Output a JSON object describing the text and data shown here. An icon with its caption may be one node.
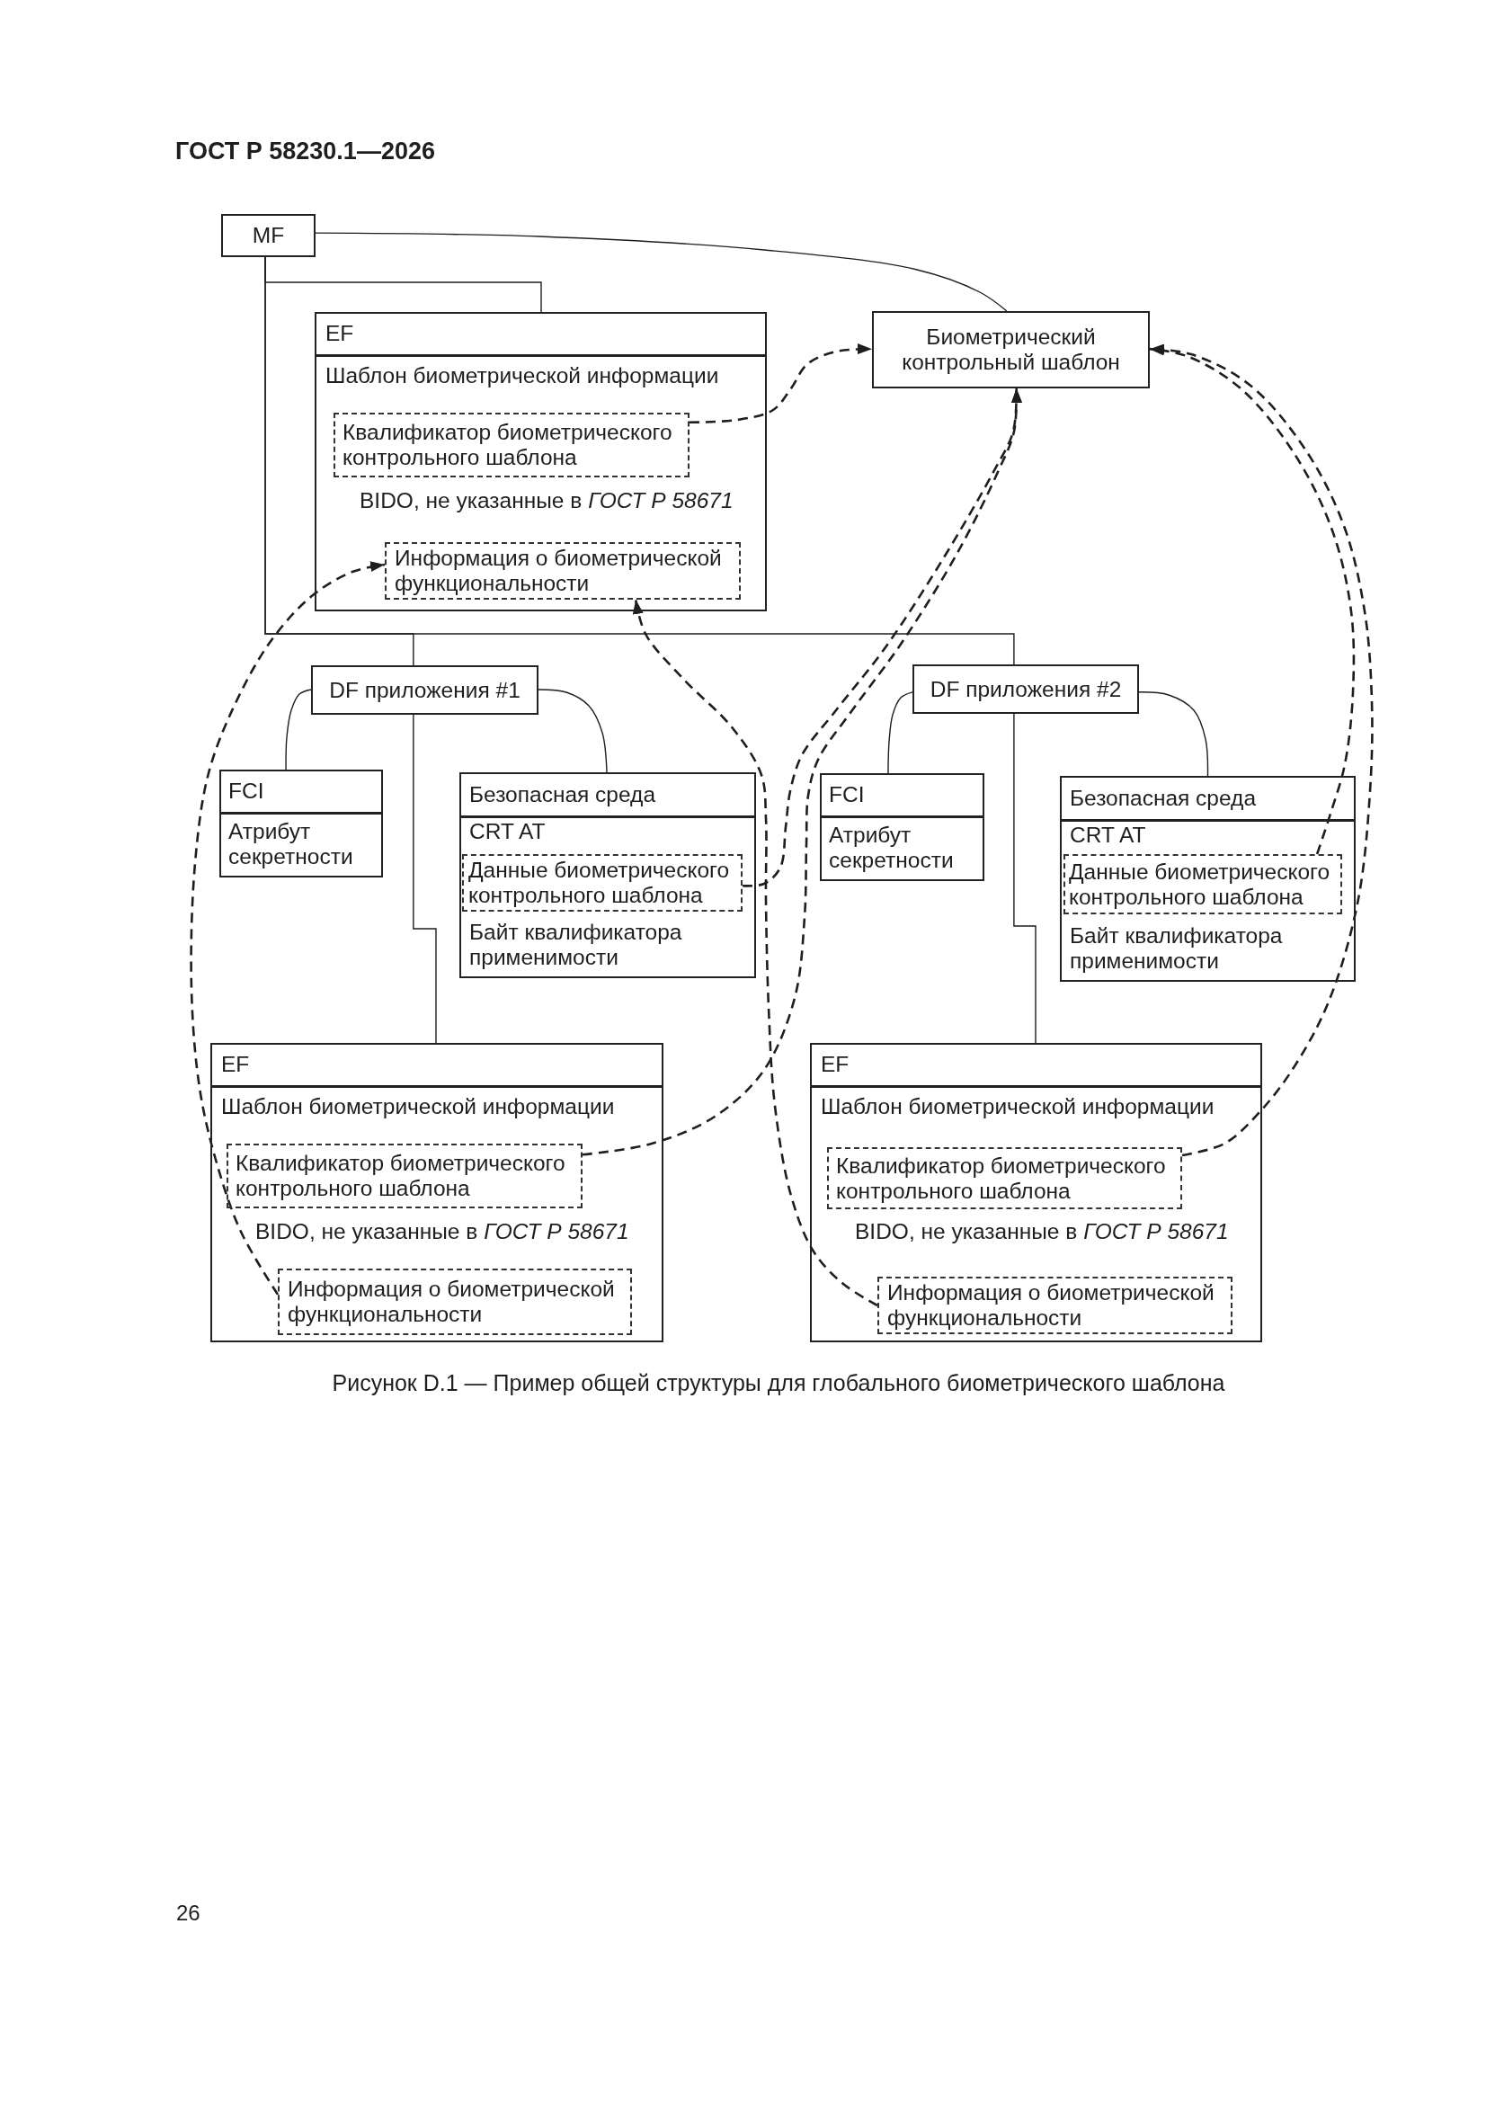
{
  "diagram": {
    "caption": "Рисунок D.1 — Пример общей структуры для глобального биометрического шаблона",
    "nodes": [
      {
        "text": [
          "MF"
        ]
      },
      {
        "text": [
          "EF",
          "Шаблон биометрической информации",
          "BIDO, не указанные в *ГОСТ Р 58671*"
        ]
      },
      {
        "text": [
          "Квалификатор биометрического контрольного шаблона"
        ],
        "in": 1
      },
      {
        "text": [
          "Информация о биометрической функциональности"
        ],
        "in": 1
      },
      {
        "text": [
          "Биометрический контрольный шаблон"
        ]
      },
      {
        "text": [
          "DF приложения #1"
        ]
      },
      {
        "text": [
          "DF приложения #2"
        ]
      },
      {
        "text": [
          "FCI",
          "Атрибут секретности"
        ]
      },
      {
        "text": [
          "Безопасная среда",
          "CRT AT",
          "Байт квалификатора применимости"
        ]
      },
      {
        "text": [
          "Данные биометрического контрольного шаблона"
        ],
        "in": 8
      },
      {
        "text": [
          "FCI",
          "Атрибут секретности"
        ]
      },
      {
        "text": [
          "Безопасная среда",
          "CRT AT",
          "Байт квалификатора применимости"
        ]
      },
      {
        "text": [
          "Данные биометрического контрольного шаблона"
        ],
        "in": 11
      },
      {
        "text": [
          "EF",
          "Шаблон биометрической информации",
          "BIDO, не указанные в *ГОСТ Р 58671*"
        ]
      },
      {
        "text": [
          "Квалификатор биометрического контрольного шаблона"
        ],
        "in": 13
      },
      {
        "text": [
          "Информация о биометрической функциональности"
        ],
        "in": 13
      },
      {
        "text": [
          "EF",
          "Шаблон биометрической информации",
          "BIDO, не указанные в *ГОСТ Р 58671*"
        ]
      },
      {
        "text": [
          "Квалификатор биометрического контрольного шаблона"
        ],
        "in": 16
      },
      {
        "text": [
          "Информация о биометрической функциональности"
        ],
        "in": 16
      }
    ],
    "edges": [
      {
        "from": 0,
        "to": 1,
        "arrow": "none"
      },
      {
        "from": 0,
        "to": 4,
        "arrow": "none"
      },
      {
        "from": 0,
        "to": 5,
        "arrow": "none"
      },
      {
        "from": 0,
        "to": 6,
        "arrow": "none"
      },
      {
        "from": 5,
        "to": 7,
        "arrow": "none"
      },
      {
        "from": 5,
        "to": 8,
        "arrow": "none"
      },
      {
        "from": 5,
        "to": 13,
        "arrow": "none"
      },
      {
        "from": 6,
        "to": 10,
        "arrow": "none"
      },
      {
        "from": 6,
        "to": 11,
        "arrow": "none"
      },
      {
        "from": 6,
        "to": 16,
        "arrow": "none"
      },
      {
        "from": 2,
        "to": 4,
        "arrow": "to",
        "style": "dashed"
      },
      {
        "from": 9,
        "to": 4,
        "arrow": "to",
        "style": "dashed"
      },
      {
        "from": 14,
        "to": 4,
        "arrow": "to",
        "style": "dashed"
      },
      {
        "from": 12,
        "to": 4,
        "arrow": "to",
        "style": "dashed"
      },
      {
        "from": 17,
        "to": 4,
        "arrow": "to",
        "style": "dashed"
      },
      {
        "from": 15,
        "to": 3,
        "arrow": "to",
        "style": "dashed"
      },
      {
        "from": 18,
        "to": 3,
        "arrow": "to",
        "style": "dashed"
      }
    ],
    "labels": [
      "ГОСТ Р 58230.1—2026",
      "26"
    ]
  }
}
